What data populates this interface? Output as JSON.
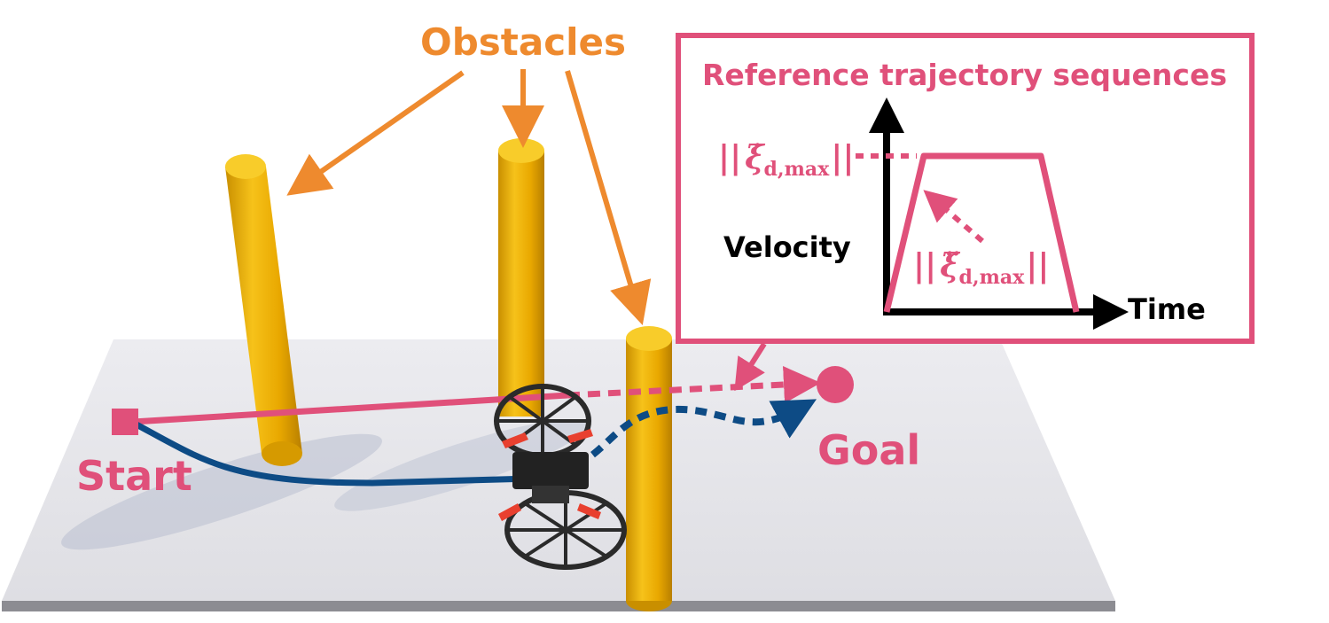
{
  "labels": {
    "obstacles": "Obstacles",
    "start": "Start",
    "goal": "Goal",
    "inset_title": "Reference trajectory sequences",
    "velocity_axis": "Velocity",
    "time_axis": "Time",
    "max_velocity": {
      "bars_left": "||",
      "symbol": "ξ̇",
      "subscript": "d,max",
      "bars_right": "||"
    },
    "max_acceleration": {
      "bars_left": "||",
      "symbol": "ξ̈",
      "subscript": "d,max",
      "bars_right": "||"
    }
  },
  "colors": {
    "accent_pink": "#e0507a",
    "obstacle_label": "#ee8a2e",
    "obstacle_fill": "#f2b705",
    "path_blue": "#0d4b85",
    "floor": "#e6e6ea",
    "axis": "#000000"
  },
  "icons": {
    "drone": "quadrotor-drone-icon",
    "start_marker": "square-marker-icon",
    "goal_marker": "circle-marker-icon"
  }
}
